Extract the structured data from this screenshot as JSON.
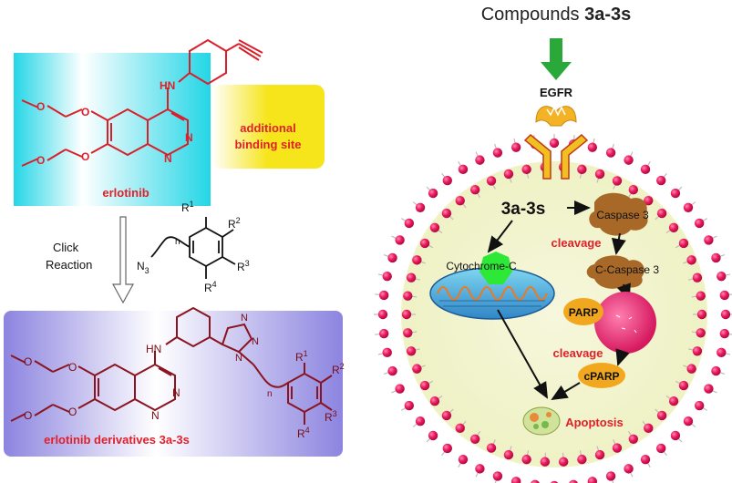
{
  "left": {
    "erlotinib_label": "erlotinib",
    "binding_line1": "additional",
    "binding_line2": "binding site",
    "click_line1": "Click",
    "click_line2": "Reaction",
    "derivatives_label": "erlotinib derivatives 3a-3s",
    "atoms": {
      "hn": "HN",
      "n": "N",
      "o": "O",
      "n3": "N",
      "n3sub": "3",
      "r1": "R",
      "r1sub": "1",
      "r2": "R",
      "r2sub": "2",
      "r3": "R",
      "r3sub": "3",
      "r4": "R",
      "r4sub": "4",
      "nsub": "n"
    }
  },
  "right": {
    "title_prefix": "Compounds ",
    "title_bold": "3a-3s",
    "egfr": "EGFR",
    "compound": "3a-3s",
    "caspase3": "Caspase 3",
    "cleavage1": "cleavage",
    "c_caspase3": "C-Caspase 3",
    "cytochrome": "Cytochrome-C",
    "parp": "PARP",
    "cleavage2": "cleavage",
    "cparp": "cPARP",
    "apoptosis": "Apoptosis"
  },
  "colors": {
    "cyan_box": "#29dbe8",
    "yellow_box": "#f5e21c",
    "purple_box": "#8f86e2",
    "lipid_head": "#e8135c",
    "cell_fill": "#f2f4cf",
    "green_arrow": "#2aa83a",
    "orange_oval": "#f2a81e"
  }
}
